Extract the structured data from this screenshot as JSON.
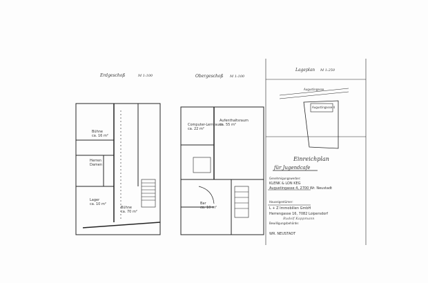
{
  "plans": {
    "ground": {
      "title": "Erdgeschoß",
      "scale": "M 1:100",
      "rooms": {
        "buehne_small": "Bühne",
        "buehne_small_area": "ca. 16 m²",
        "wc": "Herren",
        "wc_sub": "Damen",
        "lager": "Lager",
        "lager_area": "ca. 10 m²",
        "buehne": "Bühne",
        "buehne_area": "ca. 70 m²"
      }
    },
    "upper": {
      "title": "Obergeschoß",
      "scale": "M 1:100",
      "rooms": {
        "computer": "Computer-Lernraum",
        "computer_area": "ca. 22 m²",
        "aufenthalt": "Aufenthaltsraum",
        "aufenthalt_area": "ca. 55 m²",
        "bar": "Bar",
        "bar_area": "ca. 10 m²"
      }
    }
  },
  "lageplan": {
    "title": "Lageplan",
    "scale": "M 1:250",
    "street": "Augustingasse",
    "parcel": "Augustingasse 4"
  },
  "submission": {
    "title": "Einreichplan",
    "purpose": "für Jugendcafe",
    "applicant_label": "Genehmigungswerber:",
    "applicant_name": "KLENK & LON KEG",
    "applicant_address": "Augustingasse 4, 2700 Wr. Neustadt",
    "owner_label": "Hauseigentümer:",
    "owner_name": "L + Z Immobilien GmbH",
    "owner_address": "Herrengasse 16, 7082 Loipersdorf",
    "signature": "Rudolf Kappmann",
    "inspector_label": "Bewilligungsbehörde:",
    "city": "WR. NEUSTADT"
  }
}
